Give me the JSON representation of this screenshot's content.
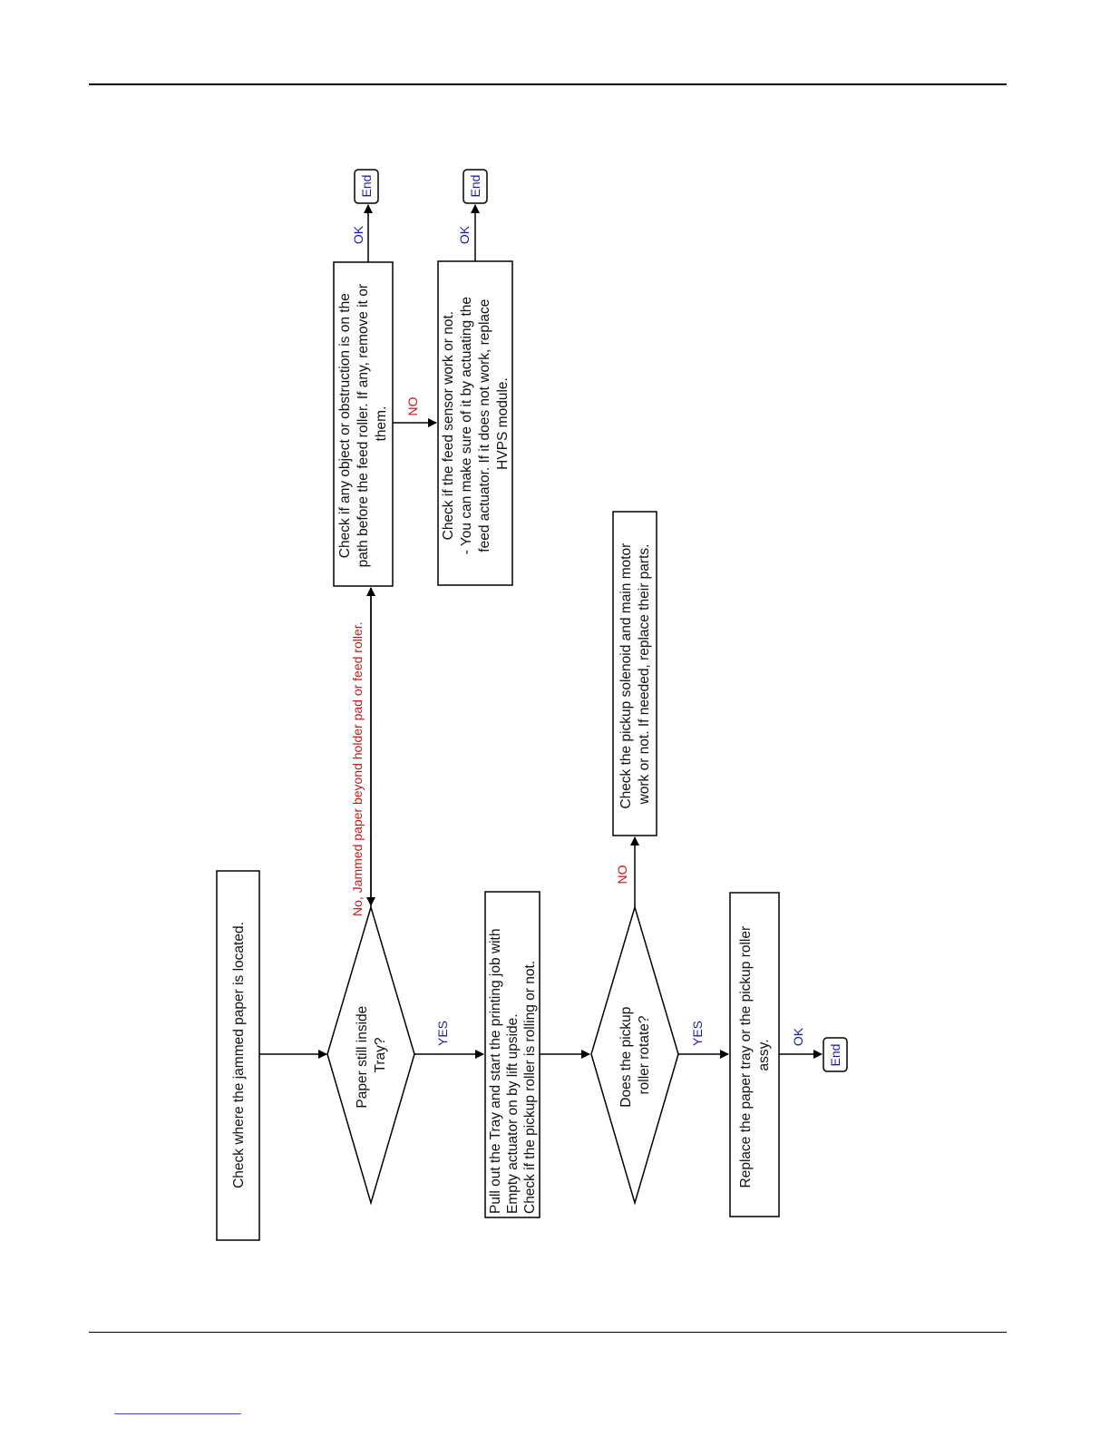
{
  "diagram": {
    "nodes": {
      "start": [
        "Check where the jammed paper is located."
      ],
      "decision_tray": [
        "Paper still inside",
        "Tray?"
      ],
      "pull_tray": [
        "Pull out the Tray and start the printing job with",
        "Empty actuator on by lift upside.",
        "Check if the pickup roller is rolling or not."
      ],
      "decision_roller": [
        "Does the pickup",
        "roller rotate?"
      ],
      "replace_tray": [
        "Replace the paper tray or the pickup roller",
        "assy."
      ],
      "check_solenoid": [
        "Check the pickup solenoid and main motor",
        "work or not. If needed, replace their parts."
      ],
      "check_object": [
        "Check if any object or obstruction is on the",
        "path before the feed roller. If any, remove it or",
        "them."
      ],
      "check_sensor": [
        "Check if the feed sensor work or not.",
        "- You can make sure of it by actuating the",
        "feed actuator. If it does not work, replace",
        "HVPS module."
      ]
    },
    "end_label": "End",
    "labels": {
      "yes": "YES",
      "no": "NO",
      "ok": "OK",
      "no_jammed": "No, Jammed paper beyond holder pad or feed roller."
    }
  }
}
